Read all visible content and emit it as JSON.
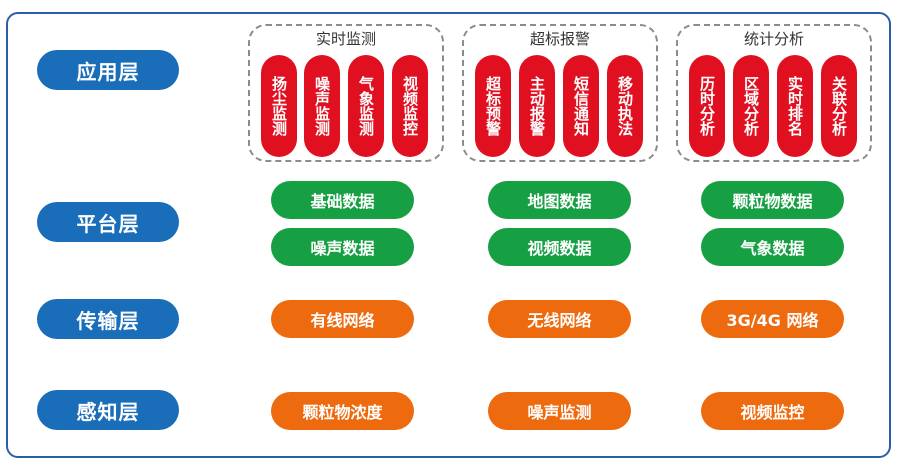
{
  "layers": {
    "application": "应用层",
    "platform": "平台层",
    "transport": "传输层",
    "perception": "感知层"
  },
  "application_groups": [
    {
      "title": "实时监测",
      "items": [
        "扬尘监测",
        "噪声监测",
        "气象监测",
        "视频监控"
      ]
    },
    {
      "title": "超标报警",
      "items": [
        "超标预警",
        "主动报警",
        "短信通知",
        "移动执法"
      ]
    },
    {
      "title": "统计分析",
      "items": [
        "历时分析",
        "区域分析",
        "实时排名",
        "关联分析"
      ]
    }
  ],
  "platform": {
    "row1": [
      "基础数据",
      "地图数据",
      "颗粒物数据"
    ],
    "row2": [
      "噪声数据",
      "视频数据",
      "气象数据"
    ]
  },
  "transport": [
    "有线网络",
    "无线网络",
    "3G/4G 网络"
  ],
  "perception": [
    "颗粒物浓度",
    "噪声监测",
    "视频监控"
  ],
  "colors": {
    "layer_label": "#1a6db8",
    "application_item": "#e01020",
    "platform_item": "#17a043",
    "transport_perception_item": "#ee6a0e",
    "frame_border": "#2a5fa8"
  }
}
